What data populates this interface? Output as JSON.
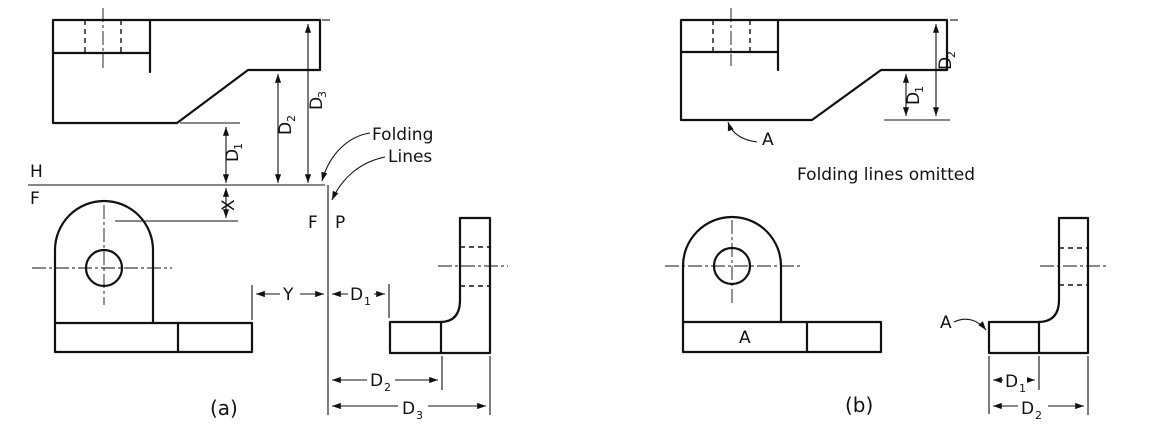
{
  "labels": {
    "folding_lines_line1": "Folding",
    "folding_lines_line2": "Lines",
    "folding_lines_omitted": "Folding lines omitted",
    "plane_h": "H",
    "plane_f": "F",
    "plane_f2": "F",
    "plane_p": "P",
    "dist_x": "X",
    "dist_y": "Y",
    "dim_d": "D",
    "sub_1": "1",
    "sub_2": "2",
    "sub_3": "3",
    "surface_a": "A",
    "caption_a": "(a)",
    "caption_b": "(b)"
  }
}
